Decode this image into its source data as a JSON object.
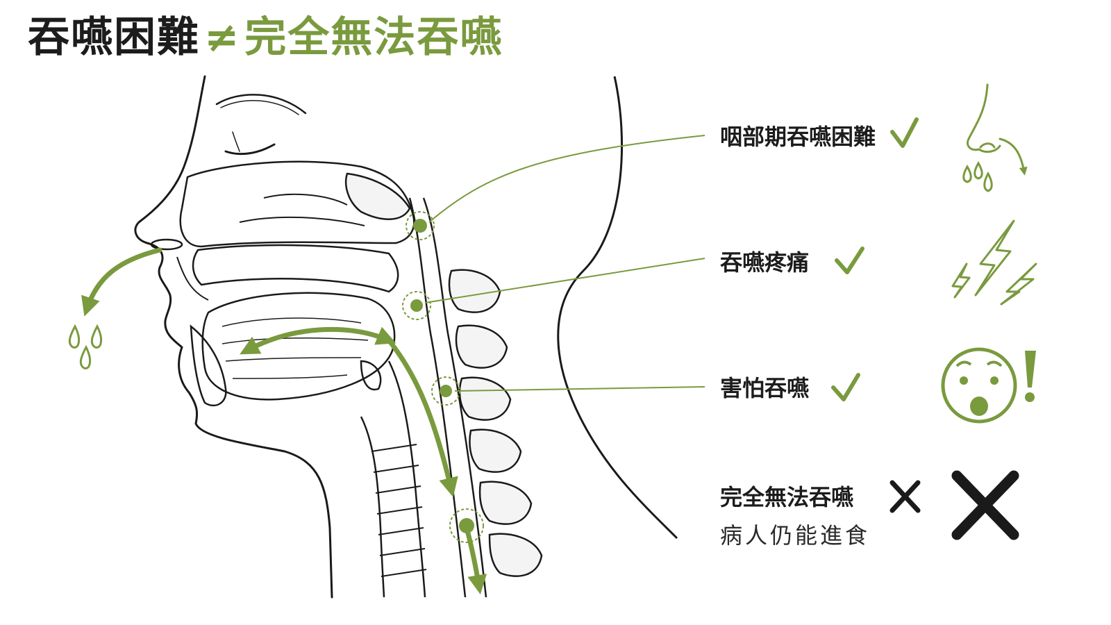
{
  "title": {
    "main": "吞嚥困難",
    "neq": "≠",
    "highlight": "完全無法吞嚥"
  },
  "items": [
    {
      "label": "咽部期吞嚥困難",
      "mark": "check",
      "icon": "nose-dripping-icon"
    },
    {
      "label": "吞嚥疼痛",
      "mark": "check",
      "icon": "lightning-pain-icon"
    },
    {
      "label": "害怕吞嚥",
      "mark": "check",
      "icon": "scared-face-icon"
    },
    {
      "label": "完全無法吞嚥",
      "sublabel": "病人仍能進食",
      "mark": "cross",
      "icon": "large-x-icon"
    }
  ],
  "colors": {
    "accent": "#7a9a3e",
    "text": "#1c1c1c",
    "line": "#1a1a1a"
  }
}
